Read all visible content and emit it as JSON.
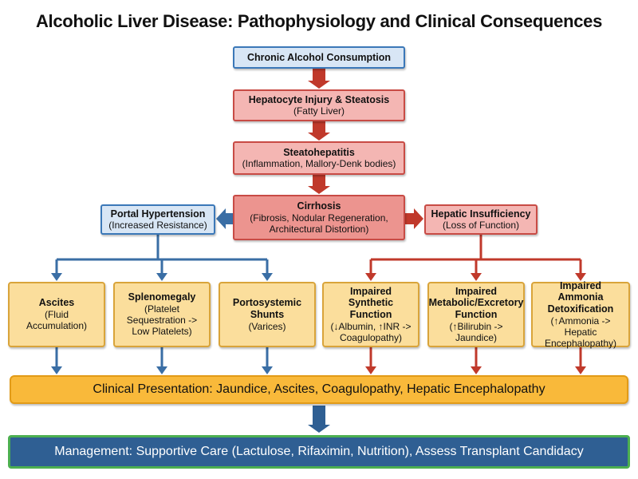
{
  "title": "Alcoholic Liver Disease: Pathophysiology and Clinical Consequences",
  "colors": {
    "blue_arrow": "#3a6ea5",
    "red_arrow": "#c0392b",
    "clinical_bar": "#f9b93a",
    "management_bar": "#2f5f93",
    "management_border": "#4caf50"
  },
  "nodes": {
    "alcohol": {
      "heading": "Chronic Alcohol Consumption"
    },
    "hepatocyte": {
      "heading": "Hepatocyte Injury & Steatosis",
      "sub": "(Fatty Liver)"
    },
    "steato": {
      "heading": "Steatohepatitis",
      "sub": "(Inflammation, Mallory-Denk bodies)"
    },
    "cirrhosis": {
      "heading": "Cirrhosis",
      "sub": "(Fibrosis, Nodular Regeneration, Architectural Distortion)"
    },
    "portal": {
      "heading": "Portal Hypertension",
      "sub": "(Increased Resistance)"
    },
    "insufficiency": {
      "heading": "Hepatic Insufficiency",
      "sub": "(Loss of Function)"
    },
    "ascites": {
      "heading": "Ascites",
      "sub": "(Fluid Accumulation)"
    },
    "spleno": {
      "heading": "Splenomegaly",
      "sub": "(Platelet Sequestration -> Low Platelets)"
    },
    "shunts": {
      "heading": "Portosystemic Shunts",
      "sub": "(Varices)"
    },
    "synthetic": {
      "heading": "Impaired Synthetic Function",
      "sub": "(↓Albumin, ↑INR -> Coagulopathy)"
    },
    "metabolic": {
      "heading": "Impaired Metabolic/Excretory Function",
      "sub": "(↑Bilirubin -> Jaundice)"
    },
    "ammonia": {
      "heading": "Impaired Ammonia Detoxification",
      "sub": "(↑Ammonia -> Hepatic Encephalopathy)"
    }
  },
  "clinical_presentation": "Clinical Presentation: Jaundice, Ascites, Coagulopathy, Hepatic Encephalopathy",
  "management": "Management: Supportive Care (Lactulose, Rifaximin, Nutrition), Assess Transplant Candidacy"
}
